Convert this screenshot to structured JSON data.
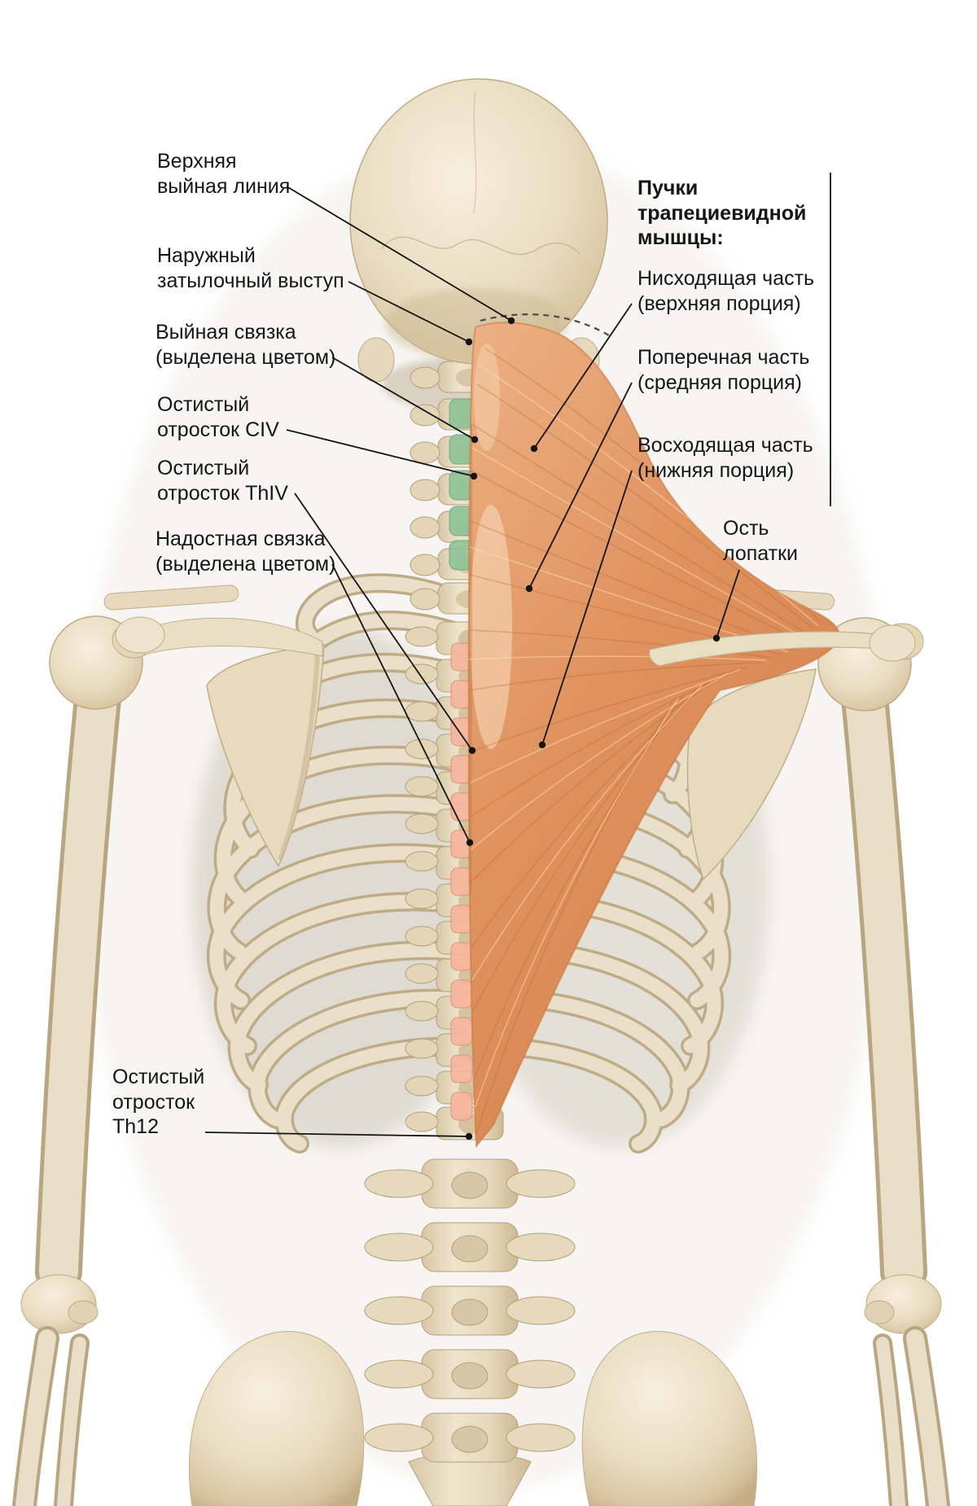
{
  "figure": {
    "type": "anatomical diagram",
    "view": "posterior skeleton with trapezius muscle highlighted",
    "language": "ru"
  },
  "colors": {
    "background": "#ffffff",
    "muscle": "#e0935f",
    "bone": "#e9dec7",
    "nuchal_ligament_highlight": "#8fc399",
    "supraspinous_ligament_highlight": "#f5b79e",
    "text": "#161616",
    "leader_line": "#141414"
  },
  "labels": {
    "left": {
      "superior_nuchal_line": "Верхняя\nвыйная линия",
      "external_occipital_protuberance": "Наружный\nзатылочный выступ",
      "nuchal_ligament": "Выйная связка\n(выделена цветом)",
      "spinous_process_civ": "Остистый\nотросток CIV",
      "spinous_process_thiv": "Остистый\nотросток ThIV",
      "supraspinous_ligament": "Надостная связка\n(выделена цветом)",
      "spinous_process_th12": "Остистый\nотросток\nTh12"
    },
    "right": {
      "trapezius_header": "Пучки\nтрапециевидной\nмышцы:",
      "descending_part": "Нисходящая часть\n(верхняя порция)",
      "transverse_part": "Поперечная часть\n(средняя порция)",
      "ascending_part": "Восходящая часть\n(нижняя порция)",
      "scapular_spine": "Ость\nлопатки"
    }
  }
}
